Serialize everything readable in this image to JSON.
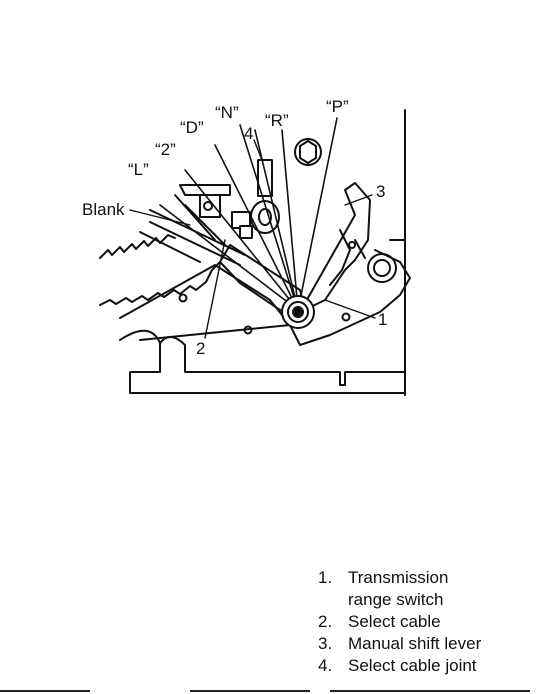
{
  "labels": {
    "L": "“L”",
    "two": "“2”",
    "D": "“D”",
    "N": "“N”",
    "R": "“R”",
    "P": "“P”",
    "blank": "Blank"
  },
  "callouts": {
    "c1": "1",
    "c2": "2",
    "c3": "3",
    "c4": "4"
  },
  "legend": [
    {
      "num": "1.",
      "text": "Transmission\nrange switch"
    },
    {
      "num": "2.",
      "text": "Select cable"
    },
    {
      "num": "3.",
      "text": "Manual shift lever"
    },
    {
      "num": "4.",
      "text": "Select cable joint"
    }
  ]
}
